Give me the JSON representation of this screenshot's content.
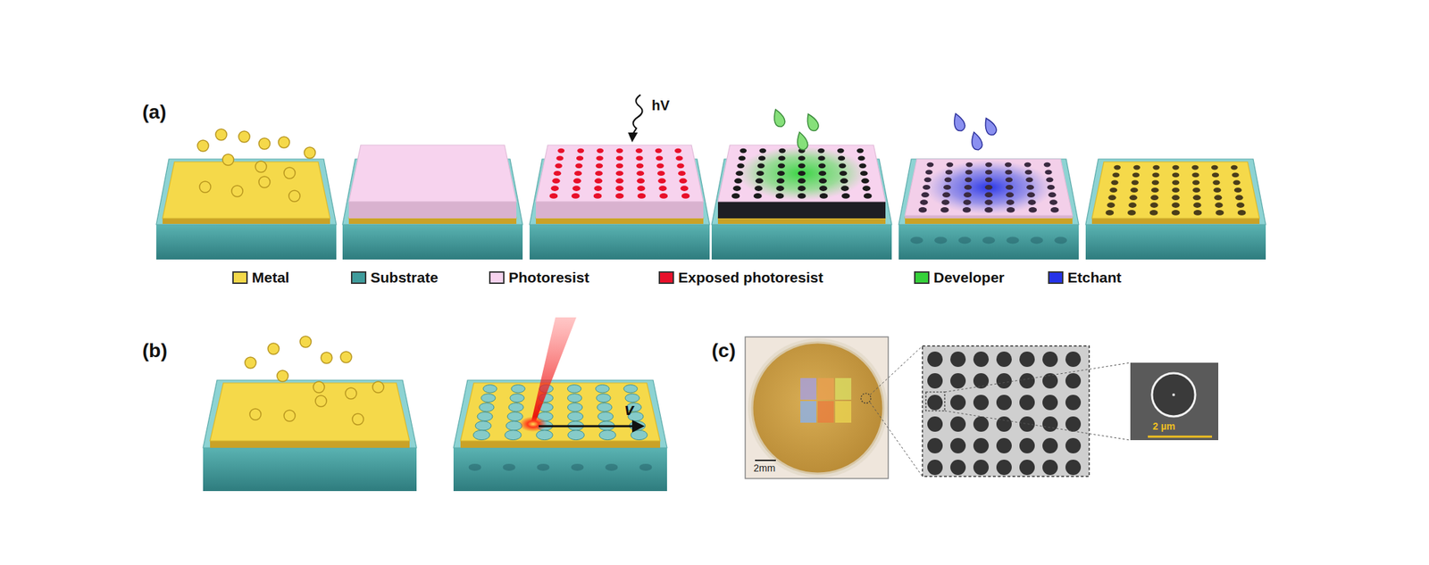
{
  "diagram": {
    "labels": [
      "(a)",
      "hV",
      "(b)",
      "v",
      "(c)",
      "2mm",
      "2 µm"
    ],
    "legend": [
      {
        "text": "Metal",
        "color": "#f5d94a"
      },
      {
        "text": "Substrate",
        "color": "#3f9c9c"
      },
      {
        "text": "Photoresist",
        "color": "#f7d3ee"
      },
      {
        "text": "Exposed photoresist",
        "color": "#e8102a"
      },
      {
        "text": "Developer",
        "color": "#35d13a"
      },
      {
        "text": "Etchant",
        "color": "#2533e8"
      }
    ]
  }
}
